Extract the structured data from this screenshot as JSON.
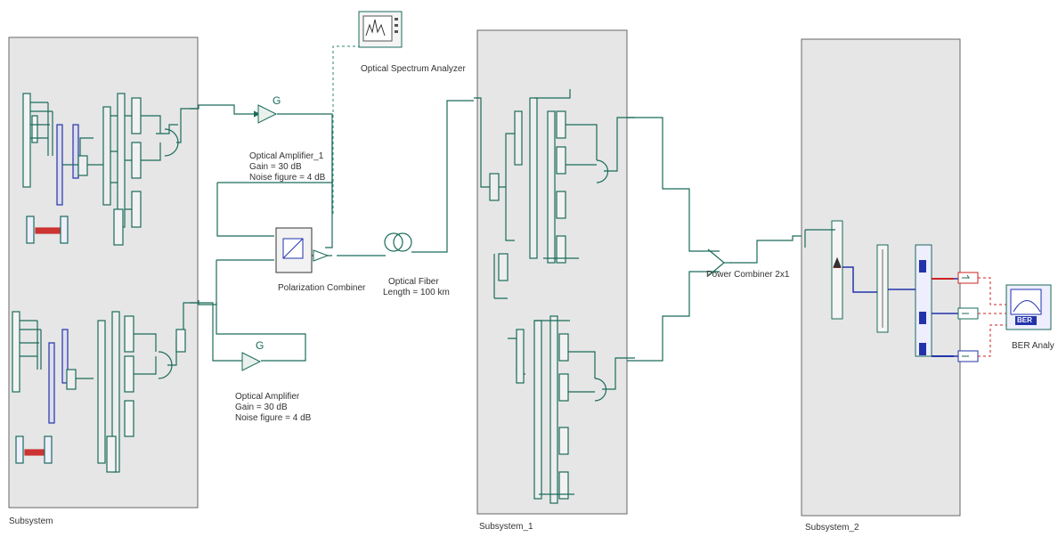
{
  "subsystems": [
    {
      "name": "Subsystem"
    },
    {
      "name": "Subsystem_1"
    },
    {
      "name": "Subsystem_2"
    }
  ],
  "components": {
    "osa": {
      "label": "Optical Spectrum Analyzer"
    },
    "amp1": {
      "label": "Optical Amplifier_1",
      "gain": "Gain = 30  dB",
      "noise": "Noise figure = 4  dB",
      "symbol": "G"
    },
    "amp2": {
      "label": "Optical Amplifier",
      "gain": "Gain = 30  dB",
      "noise": "Noise figure = 4  dB",
      "symbol": "G"
    },
    "polcomb": {
      "label": "Polarization Combiner"
    },
    "fiber": {
      "label": "Optical Fiber",
      "length": "Length = 100  km"
    },
    "pcomb": {
      "label": "Power Combiner 2x1"
    },
    "ber": {
      "label": "BER Analy",
      "icon_text": "BER"
    }
  },
  "colors": {
    "wire_optical": "#1a6b5a",
    "wire_electrical": "#2233aa",
    "wire_dashed": "#2a8a70",
    "subsystem_fill": "#e6e6e6",
    "subsystem_border": "#666666",
    "output_red": "#cc2222"
  }
}
